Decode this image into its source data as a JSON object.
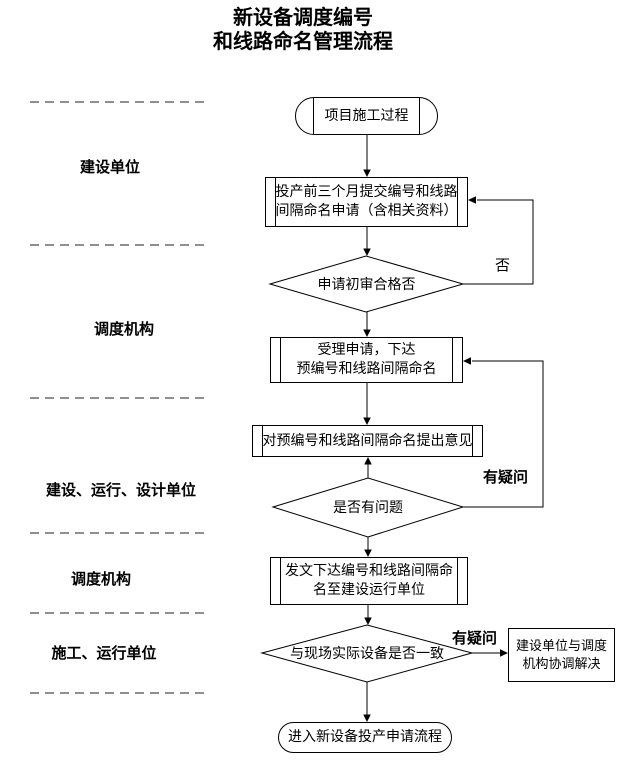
{
  "title": {
    "line1": "新设备调度编号",
    "line2": "和线路命名管理流程"
  },
  "lanes": {
    "construction": "建设单位",
    "dispatch1": "调度机构",
    "design": "建设、运行、设计单位",
    "dispatch2": "调度机构",
    "operation": "施工、运行单位"
  },
  "nodes": {
    "start": "项目施工过程",
    "submit": {
      "line1": "投产前三个月提交编号和线路",
      "line2": "间隔命名申请（含相关资料）"
    },
    "initial_review": "申请初审合格否",
    "accept": {
      "line1": "受理申请，下达",
      "line2": "预编号和线路间隔命名"
    },
    "opinion": "对预编号和线路间隔命名提出意见",
    "has_problem": "是否有问题",
    "issue": {
      "line1": "发文下达编号和线路间隔命",
      "line2": "名至建设运行单位"
    },
    "consistency": "与现场实际设备是否一致",
    "coordinate": {
      "line1": "建设单位与调度",
      "line2": "机构协调解决"
    },
    "end": "进入新设备投产申请流程"
  },
  "edge_labels": {
    "no": "否",
    "doubt_top": "有疑问",
    "doubt_bottom": "有疑问"
  },
  "colors": {
    "line": "#000000",
    "lane_divider": "#8f8f8f",
    "background": "#ffffff"
  }
}
